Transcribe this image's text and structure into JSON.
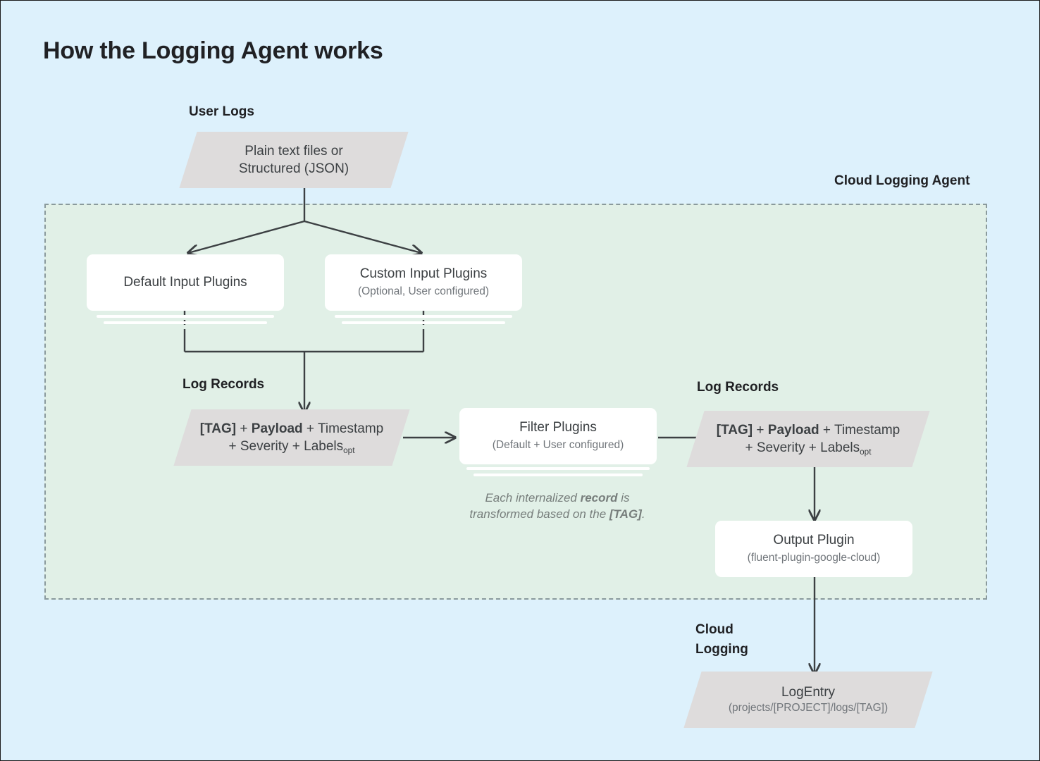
{
  "page": {
    "title": "How the Logging Agent works",
    "background_color": "#ddf1fc"
  },
  "regions": {
    "user_logs_label": "User Logs",
    "agent_label": "Cloud Logging Agent",
    "cloud_logging_label": "Cloud\nLogging",
    "agent_fill_color": "#e1f0e7",
    "agent_border_color": "#8a9a9c"
  },
  "nodes": {
    "user_logs_source": {
      "line1": "Plain text files or",
      "line2": "Structured (JSON)",
      "shape": "parallelogram",
      "fill": "#dedcdc"
    },
    "default_input": {
      "line1": "Default Input Plugins",
      "line2": "",
      "shape": "card",
      "fill": "#ffffff"
    },
    "custom_input": {
      "line1": "Custom Input Plugins",
      "line2": "(Optional, User configured)",
      "shape": "card",
      "fill": "#ffffff"
    },
    "log_records_left_label": "Log Records",
    "log_records_left": {
      "part_tag": "[TAG]",
      "part_plus1": " + ",
      "part_payload": "Payload",
      "part_rest1": " + Timestamp",
      "part_rest2": "+ Severity + Labels",
      "part_sub": "opt",
      "shape": "parallelogram",
      "fill": "#dedcdc"
    },
    "filter_plugins": {
      "line1": "Filter Plugins",
      "line2": "(Default + User configured)",
      "shape": "card",
      "fill": "#ffffff"
    },
    "transform_note": {
      "part1": "Each internalized ",
      "part_bold1": "record",
      "part2": " is",
      "part3": "transformed based on the ",
      "part_bold2": "[TAG]",
      "part4": "."
    },
    "log_records_right_label": "Log Records",
    "log_records_right": {
      "part_tag": "[TAG]",
      "part_plus1": " + ",
      "part_payload": "Payload",
      "part_rest1": " + Timestamp",
      "part_rest2": "+ Severity + Labels",
      "part_sub": "opt",
      "shape": "parallelogram",
      "fill": "#dedcdc"
    },
    "output_plugin": {
      "line1": "Output Plugin",
      "line2": "(fluent-plugin-google-cloud)",
      "shape": "card",
      "fill": "#ffffff"
    },
    "log_entry": {
      "line1": "LogEntry",
      "line2": "(projects/[PROJECT]/logs/[TAG])",
      "shape": "parallelogram",
      "fill": "#dedcdc"
    }
  },
  "connector_color": "#3c4043"
}
